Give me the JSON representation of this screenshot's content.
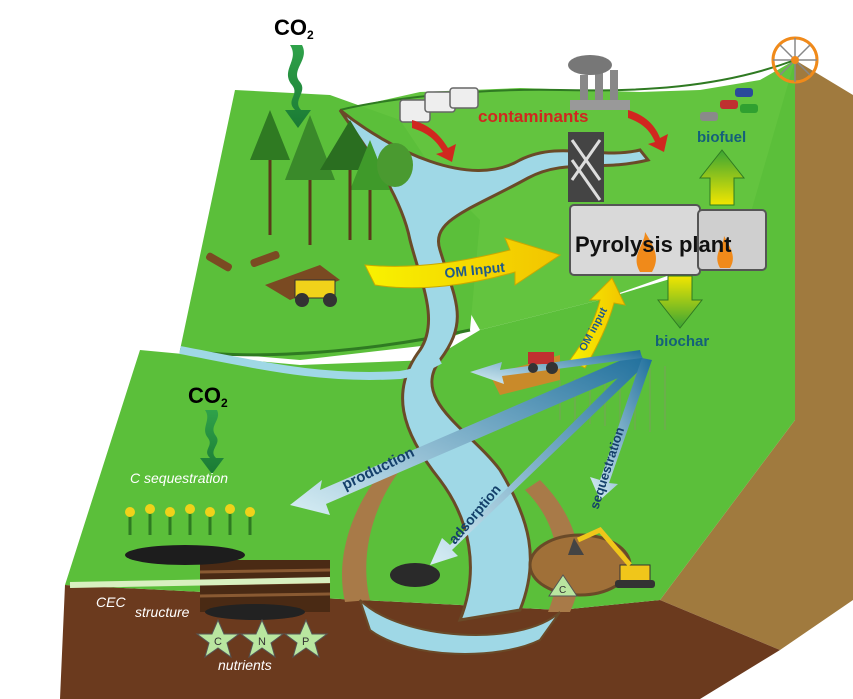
{
  "labels": {
    "co2_top": "CO",
    "co2_top_sub": "2",
    "co2_left": "CO",
    "co2_left_sub": "2",
    "contaminants": "contaminants",
    "biofuel": "biofuel",
    "pyrolysis_plant": "Pyrolysis plant",
    "om_input_main": "OM Input",
    "om_input_small": "OM input",
    "biochar": "biochar",
    "production": "production",
    "adsorption": "adsorption",
    "sequestration": "sequestration",
    "c_sequestration": "C sequestration",
    "cec": "CEC",
    "structure": "structure",
    "nutrients": "nutrients",
    "star_c": "C",
    "star_n": "N",
    "star_p": "P",
    "excavator_c": "C"
  },
  "colors": {
    "grass": "#5bbf3a",
    "grass_dark": "#3f9a2a",
    "soil": "#6b3a1e",
    "soil_side": "#7a5a2e",
    "river": "#9fd8e6",
    "river_edge": "#6a4a28",
    "contaminants_red": "#d0271f",
    "teal_text": "#14607a",
    "yellow_arrow": "#f2e600",
    "blue_arrow": "#2d7aa6",
    "star_fill": "#b9e6a0"
  }
}
